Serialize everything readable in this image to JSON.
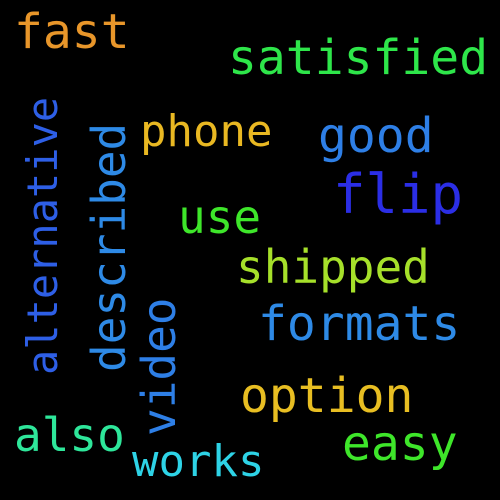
{
  "words": {
    "fast": {
      "text": "fast",
      "color": "#E8962A"
    },
    "satisfied": {
      "text": "satisfied",
      "color": "#2EE64A"
    },
    "phone": {
      "text": "phone",
      "color": "#E9B822"
    },
    "good": {
      "text": "good",
      "color": "#2E7FE6"
    },
    "flip": {
      "text": "flip",
      "color": "#2B2EE6"
    },
    "use": {
      "text": "use",
      "color": "#3EE62A"
    },
    "shipped": {
      "text": "shipped",
      "color": "#A6E02A"
    },
    "formats": {
      "text": "formats",
      "color": "#2E8AE6"
    },
    "option": {
      "text": "option",
      "color": "#E8BE22"
    },
    "also": {
      "text": "also",
      "color": "#2EE69A"
    },
    "easy": {
      "text": "easy",
      "color": "#3EE62A"
    },
    "works": {
      "text": "works",
      "color": "#2ED3E6"
    },
    "alternative": {
      "text": "alternative",
      "color": "#2E5FE6"
    },
    "described": {
      "text": "described",
      "color": "#2E8AE6"
    },
    "video": {
      "text": "video",
      "color": "#2E7FE6"
    }
  }
}
